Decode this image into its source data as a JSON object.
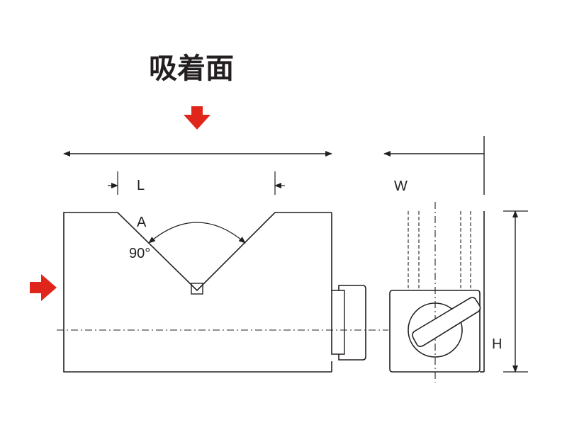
{
  "title": "吸着面",
  "labels": {
    "L": "L",
    "W": "W",
    "H": "H",
    "A": "A",
    "angle": "90°"
  },
  "colors": {
    "line": "#231f20",
    "arrow": "#e0261b"
  },
  "icons": [
    "arrow-down-icon",
    "arrow-right-icon"
  ]
}
